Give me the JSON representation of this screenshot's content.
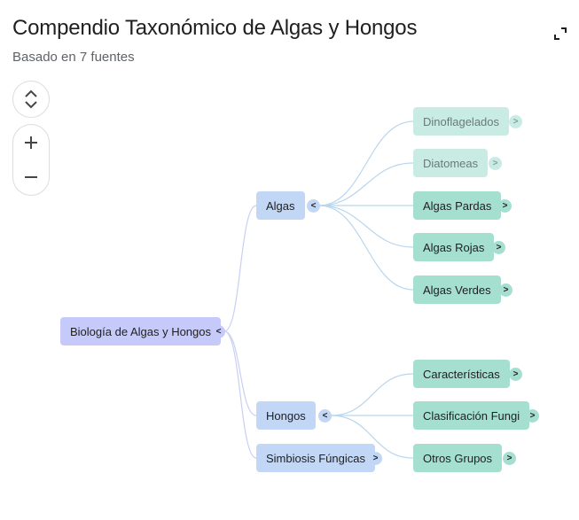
{
  "header": {
    "title": "Compendio Taxonómico de Algas y Hongos",
    "subtitle": "Basado en 7 fuentes"
  },
  "icons": {
    "fullscreen": "fullscreen-icon",
    "collapse": "collapse-expand-icon",
    "zoom_in": "plus-icon",
    "zoom_out": "minus-icon"
  },
  "colors": {
    "root": "#c5cafb",
    "mid": "#c2d7f6",
    "leaf": "#a5dfd0",
    "edge": "#c7cff5"
  },
  "mindmap": {
    "root": {
      "label": "Biología de Algas y Hongos",
      "toggle": "<"
    },
    "algas": {
      "label": "Algas",
      "toggle": "<",
      "children": [
        {
          "label": "Dinoflagelados",
          "toggle": ">"
        },
        {
          "label": "Diatomeas",
          "toggle": ">"
        },
        {
          "label": "Algas Pardas",
          "toggle": ">"
        },
        {
          "label": "Algas Rojas",
          "toggle": ">"
        },
        {
          "label": "Algas Verdes",
          "toggle": ">"
        }
      ]
    },
    "hongos": {
      "label": "Hongos",
      "toggle": "<",
      "children": [
        {
          "label": "Características",
          "toggle": ">"
        },
        {
          "label": "Clasificación Fungi",
          "toggle": ">"
        },
        {
          "label": "Otros Grupos",
          "toggle": ">"
        }
      ]
    },
    "simbiosis": {
      "label": "Simbiosis Fúngicas",
      "toggle": ">"
    }
  }
}
